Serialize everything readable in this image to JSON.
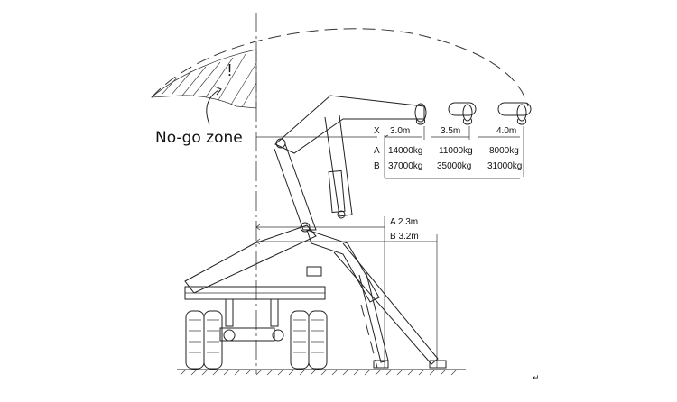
{
  "no_go_zone_label": "No-go zone",
  "warning_mark": "!",
  "table": {
    "row_x_label": "X",
    "row_a_label": "A",
    "row_b_label": "B",
    "columns": [
      {
        "x": "3.0m",
        "a": "14000kg",
        "b": "37000kg"
      },
      {
        "x": "3.5m",
        "a": "11000kg",
        "b": "35000kg"
      },
      {
        "x": "4.0m",
        "a": "8000kg",
        "b": "31000kg"
      }
    ]
  },
  "dimensions": {
    "a": "A 2.3m",
    "b": "B 3.2m"
  },
  "return_mark": "↵"
}
